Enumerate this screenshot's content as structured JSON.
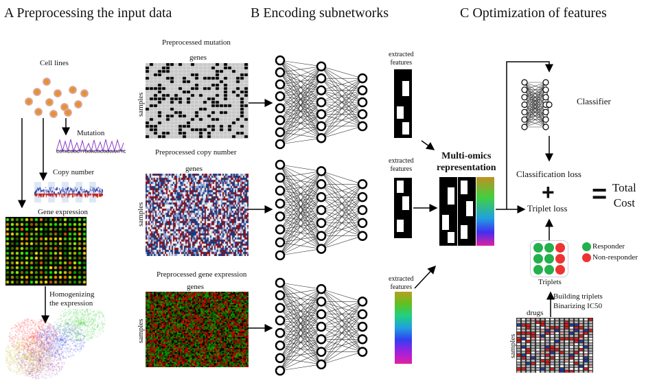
{
  "panel_a": {
    "title": "A Preprocessing the input data",
    "cell_lines": "Cell lines",
    "mutation": "Mutation",
    "sequence": "CGTACGGCTTGGACGCGGGAATTC",
    "copy_number": "Copy number",
    "gene_expression": "Gene expression",
    "homogenizing_1": "Homogenizing",
    "homogenizing_2": "the expression"
  },
  "panel_b": {
    "title": "B Encoding subnetworks",
    "mutation_label": "Preprocessed mutation",
    "copy_label": "Preprocessed copy number",
    "expr_label": "Preprocessed gene expression",
    "genes": "genes",
    "samples": "samples",
    "extracted_1": "extracted",
    "extracted_2": "features",
    "multiomics_1": "Multi-omics",
    "multiomics_2": "representation"
  },
  "panel_c": {
    "title": "C Optimization of features",
    "classifier": "Classifier",
    "classification_loss": "Classification loss",
    "plus": "+",
    "triplet_loss": "Triplet loss",
    "equals": "=",
    "total_1": "Total",
    "total_2": "Cost",
    "responder": "Responder",
    "non_responder": "Non-responder",
    "triplets": "Triplets",
    "building": "Building triplets",
    "binarizing": "Binarizing IC50",
    "drugs": "drugs",
    "samples": "samples"
  },
  "colors": {
    "responder": "#22b14c",
    "non_responder": "#ee3333"
  }
}
